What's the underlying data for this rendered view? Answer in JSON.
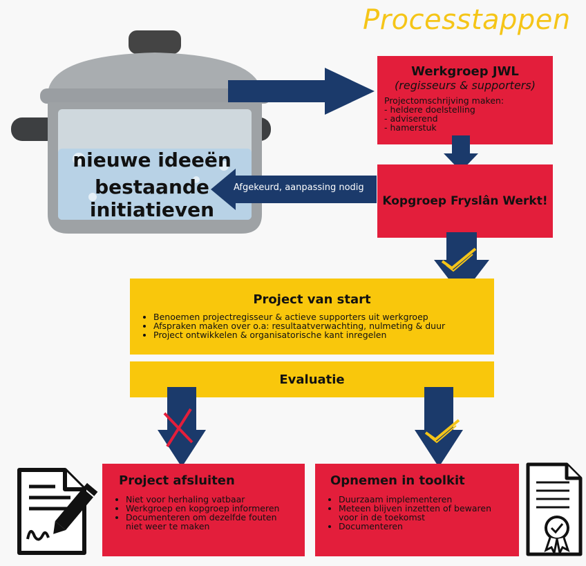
{
  "title": "Processtappen",
  "pot": {
    "line1": "nieuwe ideeën",
    "line2": "bestaande",
    "line3": "initiatieven"
  },
  "werkgroep": {
    "title": "Werkgroep JWL",
    "subtitle": "(regisseurs & supporters)",
    "intro": "Projectomschrijving maken:",
    "items": [
      "- heldere doelstelling",
      "- adviserend",
      "- hamerstuk"
    ]
  },
  "kopgroep": {
    "title": "Kopgroep Fryslân Werkt!"
  },
  "rejected_arrow": {
    "label": "Afgekeurd, aanpassing nodig"
  },
  "project_start": {
    "title": "Project van start",
    "items": [
      "Benoemen projectregisseur & actieve supporters uit werkgroep",
      "Afspraken maken over o.a: resultaatverwachting, nulmeting & duur",
      "Project ontwikkelen & organisatorische kant inregelen"
    ]
  },
  "evaluatie": {
    "title": "Evaluatie"
  },
  "afsluiten": {
    "title": "Project afsluiten",
    "items": [
      "Niet voor herhaling vatbaar",
      "Werkgroep en kopgroep informeren",
      "Documenteren om dezelfde fouten niet weer te maken"
    ]
  },
  "toolkit": {
    "title": "Opnemen in toolkit",
    "items": [
      "Duurzaam implementeren",
      "Meteen blijven inzetten of bewaren voor in de toekomst",
      "Documenteren"
    ]
  },
  "colors": {
    "red": "#e31e3b",
    "yellow": "#f9c70c",
    "navy": "#1b3a6b",
    "title_yellow": "#f5c518"
  }
}
